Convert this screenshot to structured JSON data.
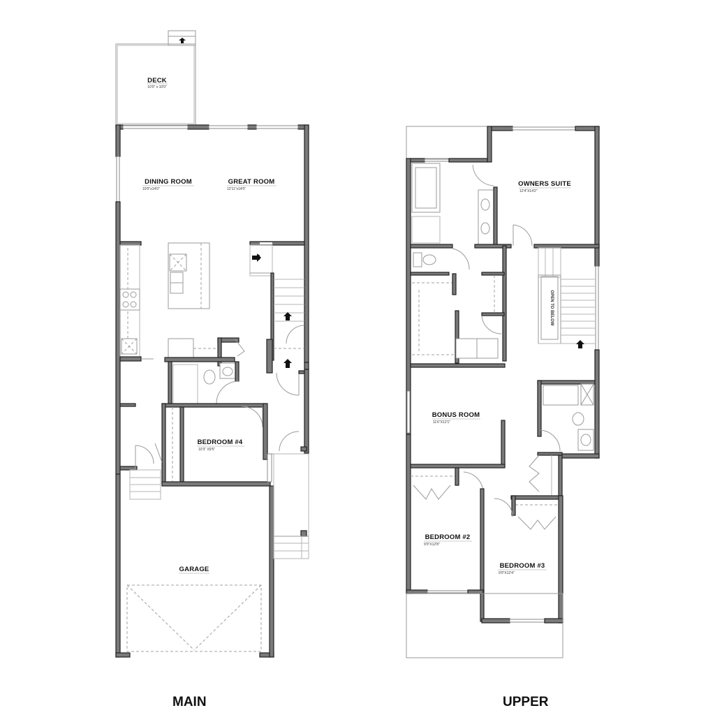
{
  "floors": {
    "main": {
      "title": "MAIN",
      "rooms": {
        "deck": {
          "name": "DECK",
          "dim": "10'0\" x 10'0\""
        },
        "dining": {
          "name": "DINING ROOM",
          "dim": "10'0\"x14'0\""
        },
        "great": {
          "name": "GREAT ROOM",
          "dim": "12'11\"x14'0\""
        },
        "bedroom4": {
          "name": "BEDROOM #4",
          "dim": "10'3\" X9'5\""
        },
        "garage": {
          "name": "GARAGE",
          "dim": ""
        }
      }
    },
    "upper": {
      "title": "UPPER",
      "rooms": {
        "owners": {
          "name": "OWNERS SUITE",
          "dim": "12'4\"X14'2\""
        },
        "bonus": {
          "name": "BONUS ROOM",
          "dim": "11'6\"X12'1\""
        },
        "bedroom2": {
          "name": "BEDROOM #2",
          "dim": "9'0\"X12'8\""
        },
        "bedroom3": {
          "name": "BEDROOM #3",
          "dim": "9'0\"X12'4\""
        },
        "open_below": {
          "name": "OPEN TO BELOW"
        }
      }
    }
  },
  "colors": {
    "wall": "#7a7a7a",
    "wall_outline": "#222222",
    "line": "#9a9a9a"
  }
}
